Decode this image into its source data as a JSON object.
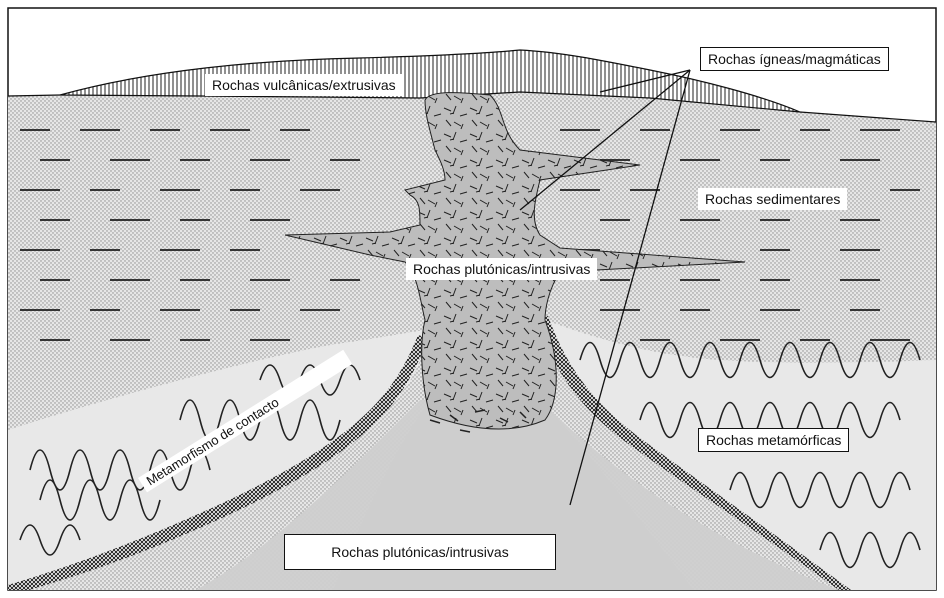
{
  "diagram": {
    "labels": {
      "igneous": "Rochas ígneas/magmáticas",
      "volcanic": "Rochas vulcânicas/extrusivas",
      "sedimentary": "Rochas sedimentares",
      "plutonic_upper": "Rochas plutónicas/intrusivas",
      "metamorphic": "Rochas metamórficas",
      "contact_metamorphism": "Metamorfismo de contacto",
      "plutonic_lower": "Rochas plutónicas/intrusivas"
    },
    "colors": {
      "sediment_fill": "#dcdcdc",
      "plutonic_fill": "#c9c9c9",
      "metamorphic_fill": "#e4e4e4",
      "ink": "#111111"
    }
  }
}
